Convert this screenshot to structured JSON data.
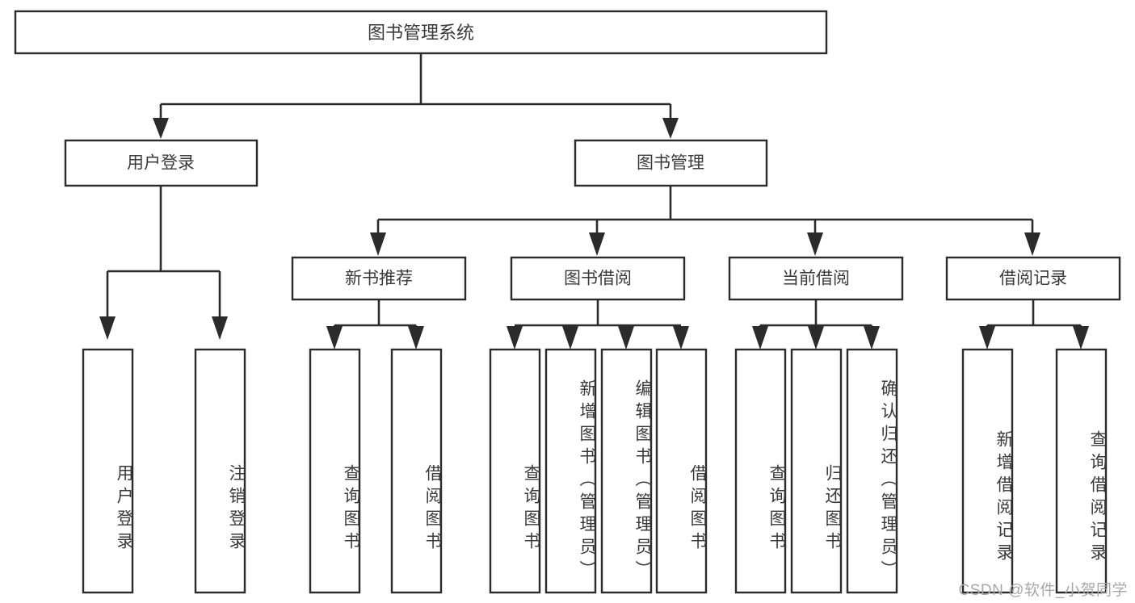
{
  "diagram": {
    "title": "图书管理系统",
    "type": "function-tree",
    "watermark": "CSDN @软件_小贺同学",
    "colors": {
      "stroke": "#2b2b2b",
      "box_fill": "#ffffff",
      "text": "#3a3a3a",
      "background": "#ffffff",
      "watermark": "#a8a8a8"
    },
    "levels": {
      "root": "图书管理系统",
      "level2": [
        "用户登录",
        "图书管理"
      ],
      "level3": [
        "新书推荐",
        "图书借阅",
        "当前借阅",
        "借阅记录"
      ]
    },
    "nodes": {
      "root": {
        "label": "图书管理系统"
      },
      "user_login": {
        "label": "用户登录"
      },
      "book_manage": {
        "label": "图书管理"
      },
      "new_book_rec": {
        "label": "新书推荐"
      },
      "book_borrow": {
        "label": "图书借阅"
      },
      "current_borrow": {
        "label": "当前借阅"
      },
      "borrow_record": {
        "label": "借阅记录"
      }
    },
    "leaves": {
      "user_login": [
        {
          "label": "用户登录"
        },
        {
          "label": "注销登录"
        }
      ],
      "new_book_rec": [
        {
          "label": "查询图书"
        },
        {
          "label": "借阅图书"
        }
      ],
      "book_borrow": [
        {
          "label": "查询图书"
        },
        {
          "label": "新增图书（管理员）"
        },
        {
          "label": "编辑图书（管理员）"
        },
        {
          "label": "借阅图书"
        }
      ],
      "current_borrow": [
        {
          "label": "查询图书"
        },
        {
          "label": "归还图书"
        },
        {
          "label": "确认归还（管理员）"
        }
      ],
      "borrow_record": [
        {
          "label": "新增借阅记录"
        },
        {
          "label": "查询借阅记录"
        }
      ]
    }
  }
}
